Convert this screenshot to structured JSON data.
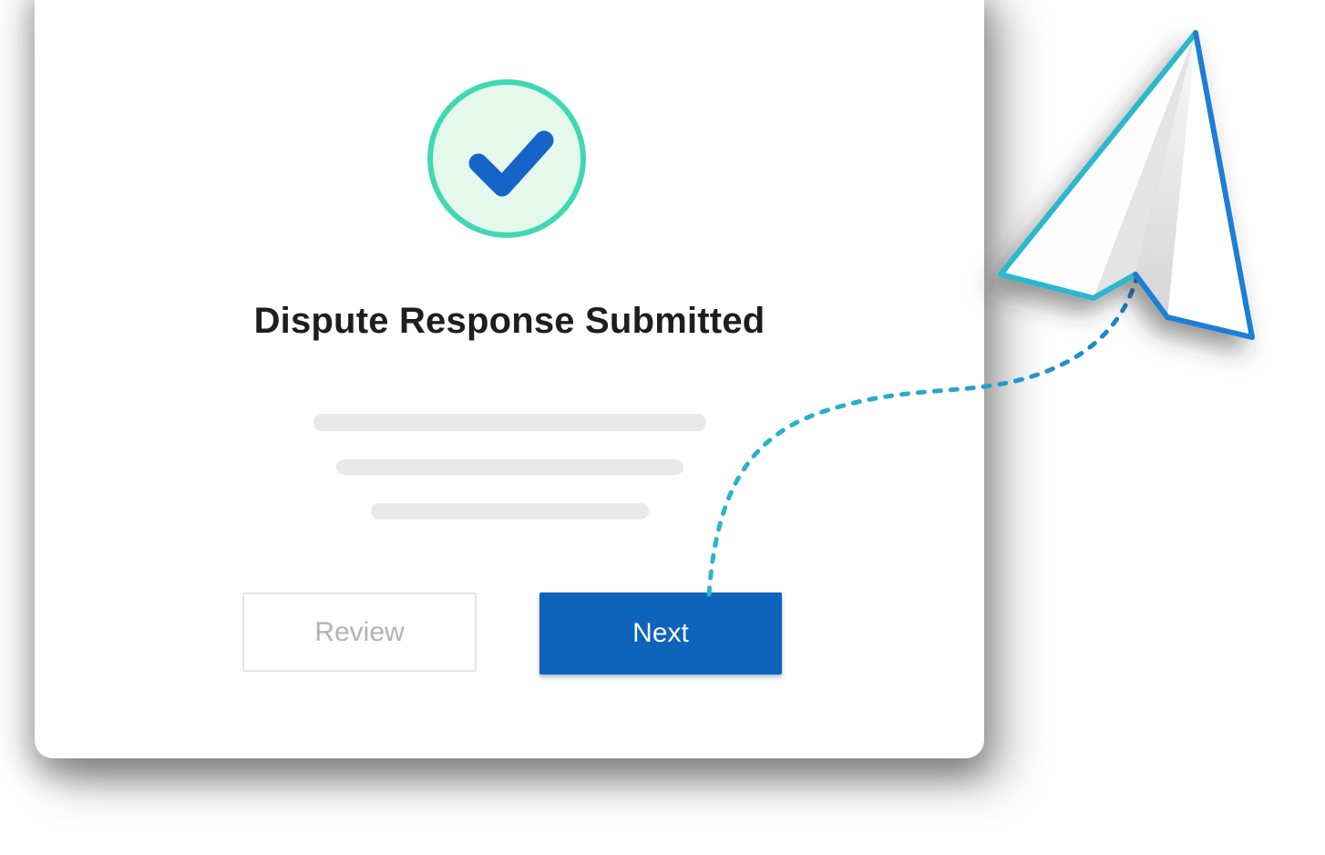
{
  "card": {
    "title": "Dispute Response Submitted",
    "status_icon": "check-circle-icon",
    "buttons": {
      "review_label": "Review",
      "next_label": "Next"
    },
    "placeholder_lines_count": 3
  },
  "illustration": {
    "name": "paper-airplane",
    "flight_path": "dashed-curve-from-next-button-to-plane"
  },
  "colors": {
    "circle_ring_teal": "#3fd8b2",
    "circle_fill_mint": "#e4f8ec",
    "check_blue": "#1565c8",
    "title_text": "#1e1e1e",
    "skeleton_gray": "#e9e9e9",
    "primary_button_blue": "#0e63bb",
    "primary_button_text": "#f7fcff",
    "secondary_button_text": "#b3b3b3",
    "secondary_button_border": "#e4e4e4",
    "plane_teal_edge": "#29b8cd",
    "plane_blue_edge": "#1b7fd4",
    "dash_teal": "#2cb6c9",
    "dash_blue": "#1a7ccd"
  }
}
